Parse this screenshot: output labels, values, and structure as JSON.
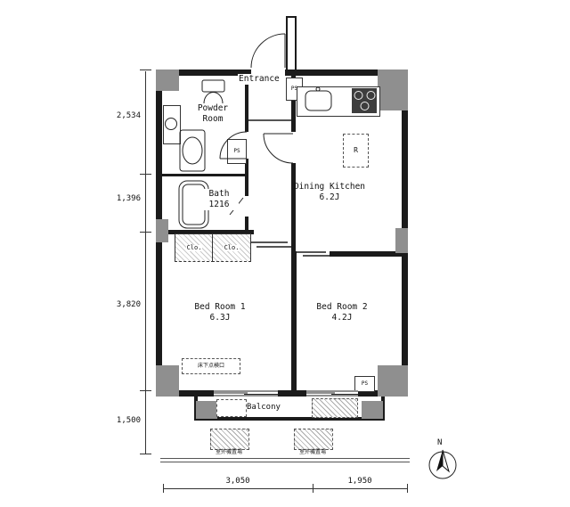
{
  "meta": {
    "type": "apartment-floor-plan"
  },
  "rooms": {
    "entrance": "Entrance",
    "powder_room": "Powder Room",
    "bath": "Bath",
    "bath_size": "1216",
    "dining_kitchen": "Dining Kitchen",
    "dining_kitchen_size": "6.2J",
    "bed_room_1": "Bed Room 1",
    "bed_room_1_size": "6.3J",
    "bed_room_2": "Bed Room 2",
    "bed_room_2_size": "4.2J",
    "balcony": "Balcony"
  },
  "fixtures": {
    "closet_left": "Clo.",
    "closet_right": "Clo.",
    "pipe_space_entrance": "PS",
    "pipe_space_powder": "PS",
    "pipe_space_bed2": "PS",
    "refrigerator": "R",
    "floor_hatch": "床下点検口",
    "outdoor_unit_left": "室外機置場",
    "outdoor_unit_right": "室外機置場"
  },
  "dimensions": {
    "left": [
      "2,534",
      "1,396",
      "3,820",
      "1,500"
    ],
    "bottom": [
      "3,050",
      "1,950"
    ]
  },
  "compass": {
    "north": "N"
  },
  "colors": {
    "wall": "#1b1b1b",
    "pillar": "#8f8f8f",
    "line": "#444444"
  }
}
